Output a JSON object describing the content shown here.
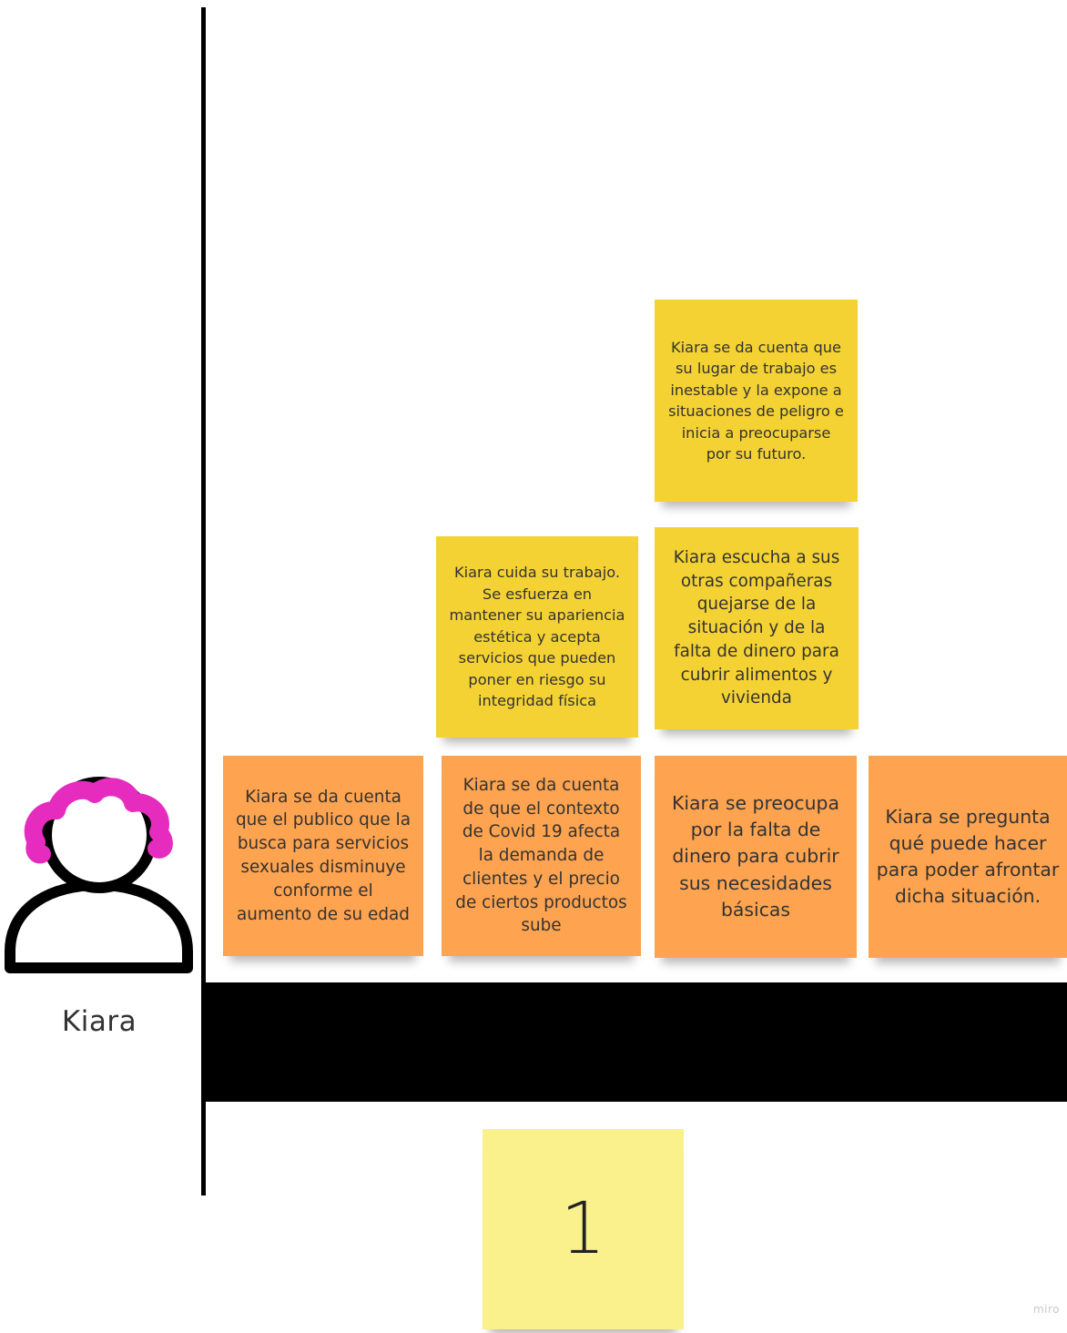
{
  "persona": {
    "name": "Kiara",
    "icon": "user-icon",
    "hair_color": "#e62cbf"
  },
  "stickies": {
    "top": "Kiara se da cuenta que su lugar de trabajo es inestable y la expone a situaciones de peligro e inicia a preocuparse por su futuro.",
    "mid_left": "Kiara cuida su trabajo. Se esfuerza en mantener su apariencia estética y acepta servicios que pueden poner en riesgo su integridad física",
    "mid_right": "Kiara escucha a sus otras compañeras quejarse de la situación y de la falta de dinero para cubrir alimentos y vivienda",
    "bottom_1": "Kiara se da cuenta que el publico que la busca para servicios sexuales disminuye conforme el aumento de su edad",
    "bottom_2": "Kiara se da cuenta de que el contexto de Covid 19 afecta la demanda de clientes y el precio de ciertos productos sube",
    "bottom_3": "Kiara se preocupa por la falta de dinero para cubrir sus necesidades básicas",
    "bottom_4": "Kiara se pregunta qué puede hacer para poder afrontar dicha situación.",
    "stage_number": "1"
  },
  "colors": {
    "yellow_sticky": "#f5d233",
    "orange_sticky": "#fea34f",
    "pale_sticky": "#fbf18c",
    "divider": "#000000"
  },
  "watermark": "miro"
}
